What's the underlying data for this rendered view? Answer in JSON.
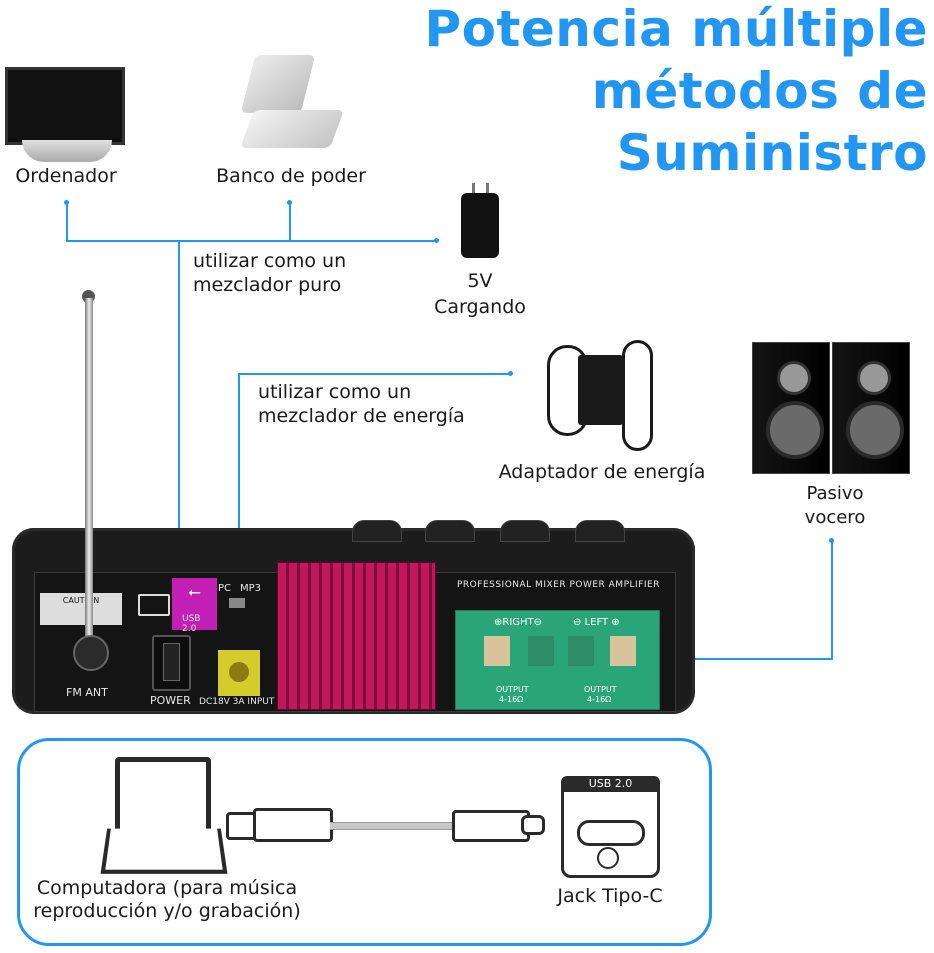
{
  "title": {
    "line1": "Potencia múltiple",
    "line2": "métodos de",
    "line3": "Suministro"
  },
  "sources": {
    "computer": "Ordenador",
    "power_bank": "Banco de poder",
    "charger": "5V\nCargando",
    "charger_line1": "5V",
    "charger_line2": "Cargando",
    "pure_mixer_line1": "utilizar como un",
    "pure_mixer_line2": "mezclador puro",
    "power_mixer_line1": "utilizar como un",
    "power_mixer_line2": "mezclador de energía",
    "adapter": "Adaptador de energía",
    "speaker_line1": "Pasivo",
    "speaker_line2": "vocero"
  },
  "mixer": {
    "fm_ant": "FM ANT",
    "power": "POWER",
    "dc_input": "DC18V 3A INPUT",
    "pc": "PC",
    "mp3": "MP3",
    "usb": "USB 2.0",
    "brand_strip": "PROFESSIONAL  MIXER POWER  AMPLIFIER",
    "right": "⊕RIGHT⊖",
    "left": "⊖ LEFT ⊕",
    "output_left": "OUTPUT\n4-16Ω",
    "output_left_l1": "OUTPUT",
    "output_left_l2": "4-16Ω",
    "output_right_l1": "OUTPUT",
    "output_right_l2": "4-16Ω",
    "caution": "CAUTION"
  },
  "bottom": {
    "computer_line1": "Computadora (para música",
    "computer_line2": "reproducción y/o grabación)",
    "typec_label": "USB 2.0",
    "jack": "Jack Tipo-C"
  },
  "colors": {
    "accent": "#2196f3",
    "heatsink": "#c2185b",
    "usb_panel": "#c21fb4",
    "dc_panel": "#d4cc2a",
    "speaker_panel": "#2aa57a"
  }
}
